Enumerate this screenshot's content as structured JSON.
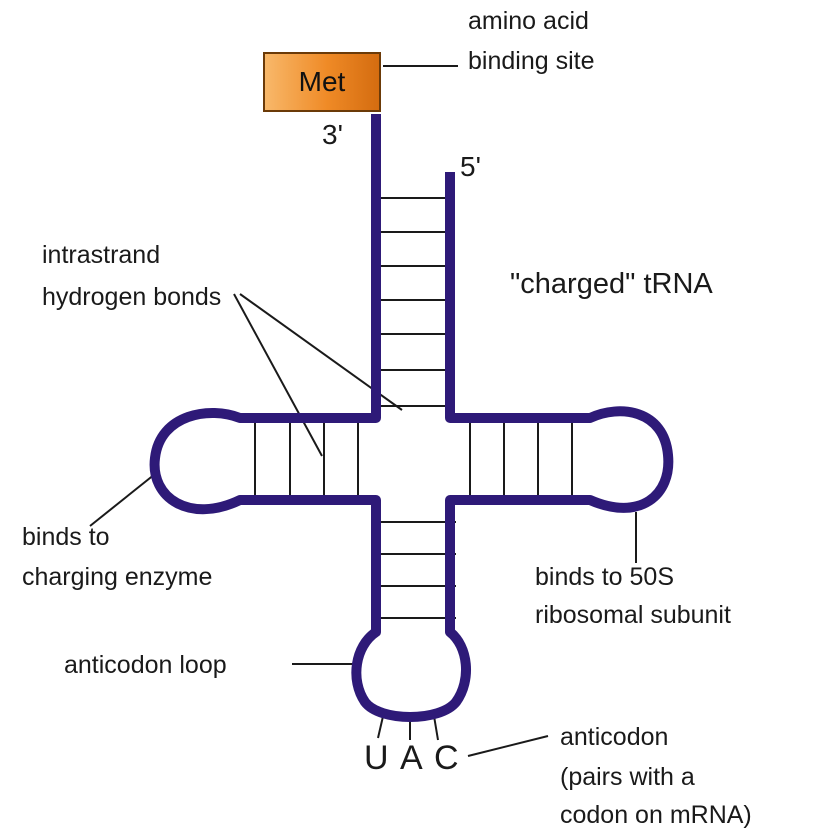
{
  "amino_acid": "Met",
  "ends": {
    "three_prime": "3'",
    "five_prime": "5'"
  },
  "title": "\"charged\" tRNA",
  "labels": {
    "amino_acid_site_line1": "amino acid",
    "amino_acid_site_line2": "binding site",
    "hydrogen_bonds_line1": "intrastrand",
    "hydrogen_bonds_line2": "hydrogen bonds",
    "enzyme_line1": "binds to",
    "enzyme_line2": "charging enzyme",
    "ribosome_line1": "binds to 50S",
    "ribosome_line2": "ribosomal subunit",
    "anticodon_loop": "anticodon loop",
    "anticodon_line1": "anticodon",
    "anticodon_line2": "(pairs with a",
    "anticodon_line3": "codon on mRNA)"
  },
  "anticodon_bases": [
    "U",
    "A",
    "C"
  ],
  "colors": {
    "backbone": "#2e1a78",
    "rungs": "#1a1a1a",
    "met_fill": "#ef8a26",
    "met_border": "#6b3a08"
  }
}
